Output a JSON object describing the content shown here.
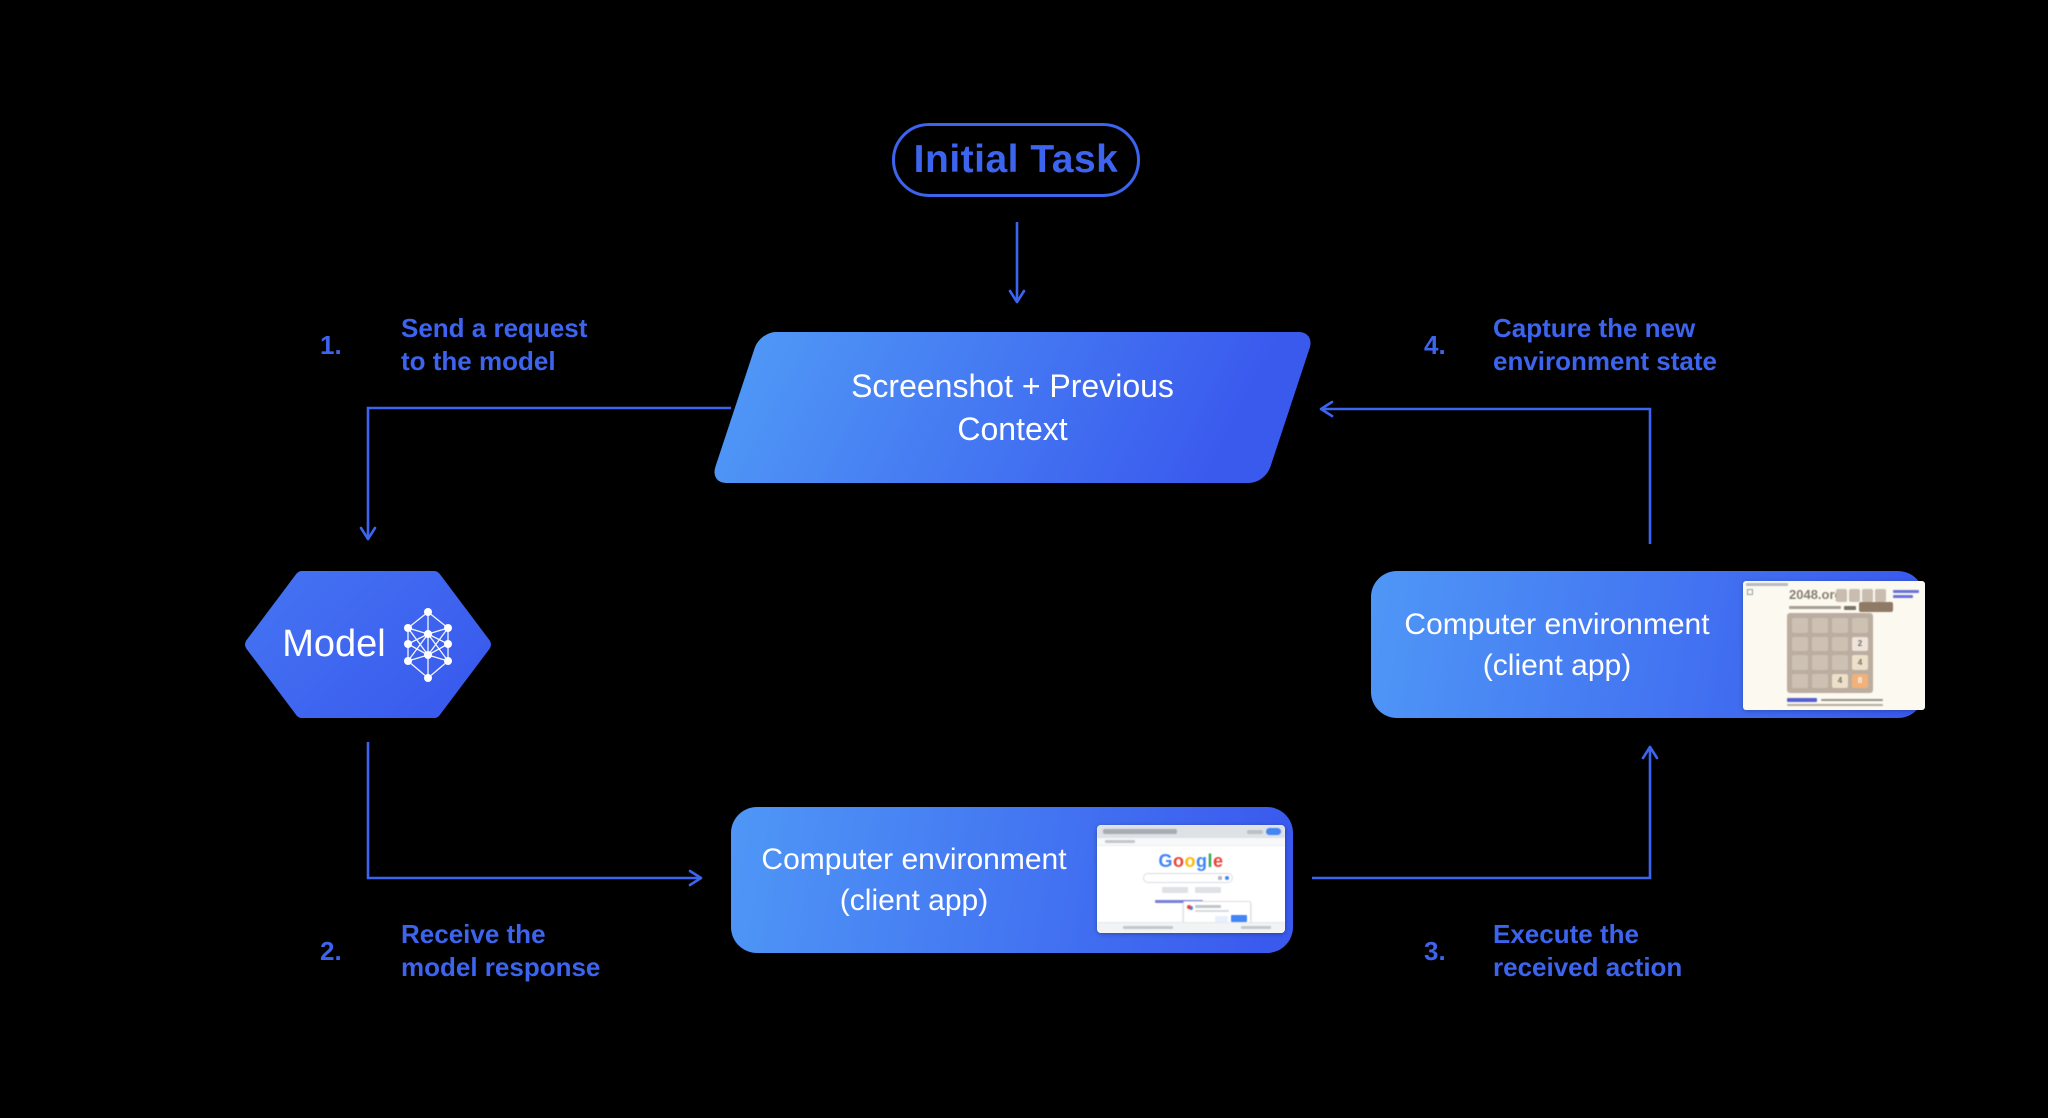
{
  "colors": {
    "background": "#000000",
    "accent_blue": "#3C64EE",
    "shape_gradient_from": "#4F97F6",
    "shape_gradient_to": "#3A5AEE",
    "tile_8": "#f2b179",
    "grid_frame": "#bbada0"
  },
  "nodes": {
    "initial_task": "Initial Task",
    "screenshot_context": {
      "line1": "Screenshot + Previous",
      "line2": "Context"
    },
    "model": "Model",
    "env_bottom": {
      "line1": "Computer environment",
      "line2": "(client app)"
    },
    "env_right": {
      "line1": "Computer environment",
      "line2": "(client app)"
    }
  },
  "steps": [
    {
      "num": "1.",
      "line1": "Send a request",
      "line2": "to the model"
    },
    {
      "num": "2.",
      "line1": "Receive the",
      "line2": "model response"
    },
    {
      "num": "3.",
      "line1": "Execute the",
      "line2": "received action"
    },
    {
      "num": "4.",
      "line1": "Capture the new",
      "line2": "environment state"
    }
  ],
  "mini_google": {
    "logo_letters": [
      {
        "ch": "G",
        "color": "#4285F4"
      },
      {
        "ch": "o",
        "color": "#EA4335"
      },
      {
        "ch": "o",
        "color": "#FBBC05"
      },
      {
        "ch": "g",
        "color": "#4285F4"
      },
      {
        "ch": "l",
        "color": "#34A853"
      },
      {
        "ch": "e",
        "color": "#EA4335"
      }
    ]
  },
  "mini_2048": {
    "site": "2048.org",
    "tiles": [
      {
        "value": "2"
      },
      {
        "value": "4"
      },
      {
        "value": "4"
      },
      {
        "value": "8"
      }
    ]
  }
}
